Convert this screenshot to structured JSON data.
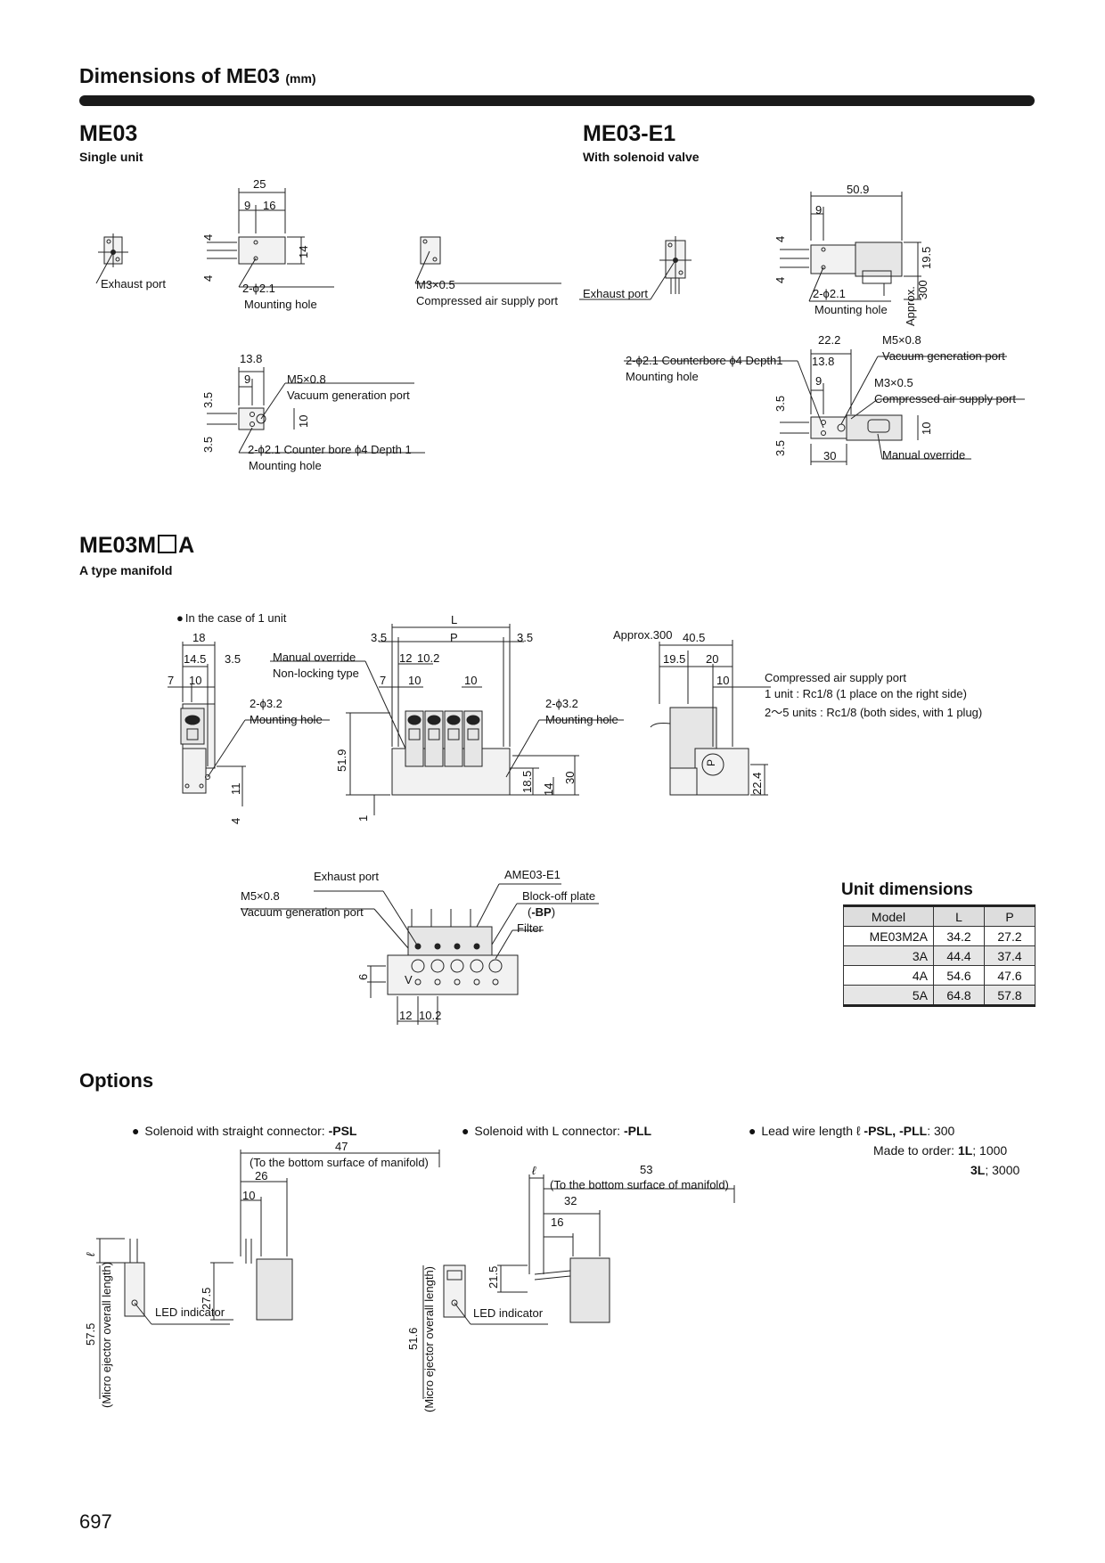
{
  "page": {
    "title": "Dimensions of ME03",
    "title_unit": "(mm)",
    "page_number": "697"
  },
  "me03": {
    "heading": "ME03",
    "sub": "Single unit",
    "labels": {
      "exhaust": "Exhaust port",
      "mount1": "2-ϕ2.1",
      "mount1b": "Mounting hole",
      "m3": "M3×0.5",
      "comp": "Compressed air supply port",
      "m5": "M5×0.8",
      "vac": "Vacuum generation port",
      "cbore": "2-ϕ2.1 Counter bore ϕ4 Depth 1",
      "cboreb": "Mounting hole"
    },
    "dims": [
      "25",
      "9",
      "16",
      "4",
      "4",
      "14",
      "13.8",
      "9",
      "3.5",
      "3.5",
      "10"
    ]
  },
  "me03e1": {
    "heading": "ME03-E1",
    "sub": "With solenoid valve",
    "labels": {
      "exhaust": "Exhaust port",
      "mount": "2-ϕ2.1",
      "mountb": "Mounting hole",
      "approx": "Approx.",
      "approx_val": "300",
      "cbore": "2-ϕ2.1 Counterbore ϕ4 Depth1",
      "cboreb": "Mounting hole",
      "m5": "M5×0.8",
      "vac": "Vacuum generation port",
      "m3": "M3×0.5",
      "comp": "Compressed air supply port",
      "manual": "Manual override"
    },
    "dims": [
      "50.9",
      "9",
      "4",
      "4",
      "19.5",
      "22.2",
      "13.8",
      "9",
      "3.5",
      "3.5",
      "10",
      "30"
    ]
  },
  "manifold": {
    "heading_a": "ME03M",
    "heading_b": "A",
    "sub": "A type manifold",
    "labels": {
      "case1": "In the case of 1 unit",
      "mount_l": "2-ϕ3.2",
      "mount_lb": "Mounting hole",
      "manual": "Manual override",
      "nonlock": "Non-locking type",
      "mount_r": "2-ϕ3.2",
      "mount_rb": "Mounting hole",
      "approx": "Approx.300",
      "comp": "Compressed air supply port",
      "comp1": "1 unit : Rc1/8 (1 place on the right side)",
      "comp2": "2～5 units : Rc1/8 (both sides, with 1 plug)",
      "exhaust": "Exhaust port",
      "ame": "AME03-E1",
      "m5": "M5×0.8",
      "vac": "Vacuum generation port",
      "blockoff": "Block-off plate",
      "bp_open": "(",
      "bp": "-BP",
      "bp_close": ")",
      "filter": "Filter",
      "p": "P",
      "v": "V"
    },
    "dims": {
      "d18": "18",
      "d14_5": "14.5",
      "d3_5a": "3.5",
      "d7a": "7",
      "d10a": "10",
      "d11": "11",
      "d4": "4",
      "L": "L",
      "P": "P",
      "d3_5b": "3.5",
      "d3_5c": "3.5",
      "d12": "12",
      "d10_2": "10.2",
      "d7b": "7",
      "d10b": "10",
      "d10c": "10",
      "d51_9": "51.9",
      "d18_5": "18.5",
      "d14": "14",
      "d30": "30",
      "d1": "1",
      "d40_5": "40.5",
      "d19_5": "19.5",
      "d20": "20",
      "d10d": "10",
      "d22_4": "22.4",
      "d6": "6",
      "d12b": "12",
      "d10_2b": "10.2"
    }
  },
  "unit_table": {
    "heading": "Unit dimensions",
    "columns": [
      "Model",
      "L",
      "P"
    ],
    "rows": [
      [
        "ME03M2A",
        "34.2",
        "27.2"
      ],
      [
        "3A",
        "44.4",
        "37.4"
      ],
      [
        "4A",
        "54.6",
        "47.6"
      ],
      [
        "5A",
        "64.8",
        "57.8"
      ]
    ]
  },
  "options": {
    "heading": "Options",
    "psl": {
      "label": "Solenoid with straight connector: ",
      "code": "-PSL",
      "d47": "47",
      "note": "(To the bottom surface of manifold)",
      "d26": "26",
      "d10": "10",
      "d27_5": "27.5",
      "ell": "ℓ",
      "d57_5": "57.5",
      "overall": "(Micro ejector overall length)",
      "led": "LED indicator"
    },
    "pll": {
      "label": "Solenoid with L connector: ",
      "code": "-PLL",
      "ell": "ℓ",
      "d53": "53",
      "note": "(To the bottom surface of manifold)",
      "d32": "32",
      "d16": "16",
      "d21_5": "21.5",
      "d51_6": "51.6",
      "overall": "(Micro ejector overall length)",
      "led": "LED indicator"
    },
    "lead": {
      "label": "Lead wire length ℓ ",
      "codes": "-PSL, -PLL",
      "std": ": 300",
      "made": "Made to order: ",
      "c1": "1L",
      "v1": "; 1000",
      "c3": "3L",
      "v3": "; 3000"
    }
  }
}
